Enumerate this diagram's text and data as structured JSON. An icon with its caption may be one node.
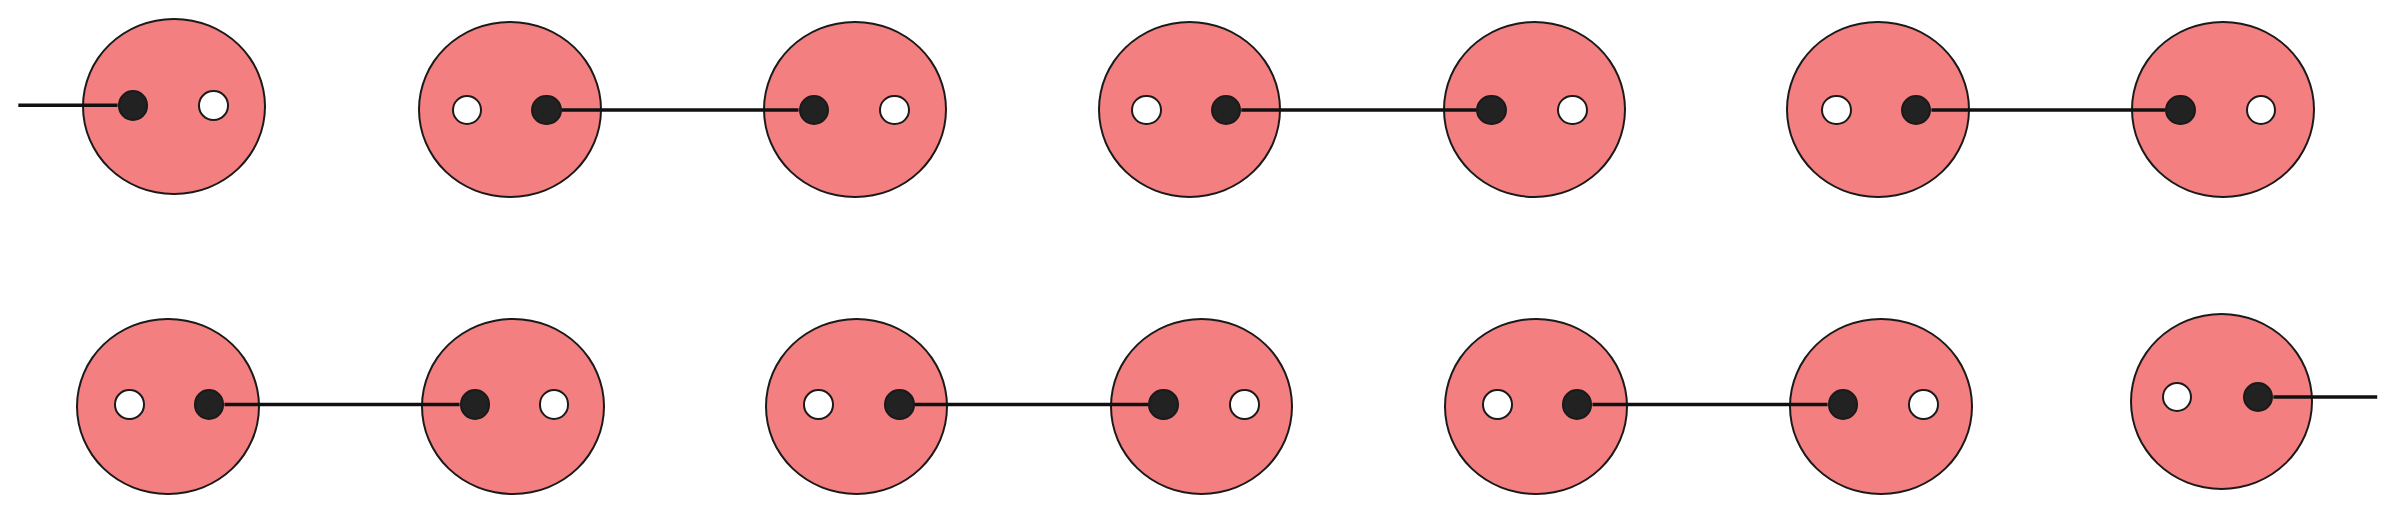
{
  "diagram": {
    "nodes": [
      {
        "text": [],
        "shape": "circle"
      },
      {
        "text": [],
        "shape": "circle",
        "in": 0
      },
      {
        "text": [],
        "shape": "circle",
        "in": 0
      },
      {
        "text": [],
        "shape": "circle"
      },
      {
        "text": [],
        "shape": "circle",
        "in": 3
      },
      {
        "text": [],
        "shape": "circle",
        "in": 3
      },
      {
        "text": [],
        "shape": "circle"
      },
      {
        "text": [],
        "shape": "circle",
        "in": 6
      },
      {
        "text": [],
        "shape": "circle",
        "in": 6
      },
      {
        "text": [],
        "shape": "circle"
      },
      {
        "text": [],
        "shape": "circle",
        "in": 9
      },
      {
        "text": [],
        "shape": "circle",
        "in": 9
      },
      {
        "text": [],
        "shape": "circle"
      },
      {
        "text": [],
        "shape": "circle",
        "in": 12
      },
      {
        "text": [],
        "shape": "circle",
        "in": 12
      },
      {
        "text": [],
        "shape": "circle"
      },
      {
        "text": [],
        "shape": "circle",
        "in": 15
      },
      {
        "text": [],
        "shape": "circle",
        "in": 15
      },
      {
        "text": [],
        "shape": "circle"
      },
      {
        "text": [],
        "shape": "circle",
        "in": 18
      },
      {
        "text": [],
        "shape": "circle",
        "in": 18
      },
      {
        "text": [],
        "shape": "circle"
      },
      {
        "text": [],
        "shape": "circle",
        "in": 21
      },
      {
        "text": [],
        "shape": "circle",
        "in": 21
      },
      {
        "text": [],
        "shape": "circle"
      },
      {
        "text": [],
        "shape": "circle",
        "in": 24
      },
      {
        "text": [],
        "shape": "circle",
        "in": 24
      },
      {
        "text": [],
        "shape": "circle"
      },
      {
        "text": [],
        "shape": "circle",
        "in": 27
      },
      {
        "text": [],
        "shape": "circle",
        "in": 27
      },
      {
        "text": [],
        "shape": "circle"
      },
      {
        "text": [],
        "shape": "circle",
        "in": 30
      },
      {
        "text": [],
        "shape": "circle",
        "in": 30
      },
      {
        "text": [],
        "shape": "circle"
      },
      {
        "text": [],
        "shape": "circle",
        "in": 33
      },
      {
        "text": [],
        "shape": "circle",
        "in": 33
      },
      {
        "text": [],
        "shape": "circle"
      },
      {
        "text": [],
        "shape": "circle",
        "in": 36
      },
      {
        "text": [],
        "shape": "circle",
        "in": 36
      },
      {
        "text": [],
        "shape": "circle"
      },
      {
        "text": [],
        "shape": "circle",
        "in": 39
      },
      {
        "text": [],
        "shape": "circle",
        "in": 39
      }
    ],
    "edges": [
      {
        "from": null,
        "to": 1,
        "arrow": "none"
      },
      {
        "from": 5,
        "to": 7,
        "arrow": "none"
      },
      {
        "from": 11,
        "to": 13,
        "arrow": "none"
      },
      {
        "from": 17,
        "to": 19,
        "arrow": "none"
      },
      {
        "from": 23,
        "to": 25,
        "arrow": "none"
      },
      {
        "from": 29,
        "to": 31,
        "arrow": "none"
      },
      {
        "from": 35,
        "to": 37,
        "arrow": "none"
      },
      {
        "from": 41,
        "to": null,
        "arrow": "none"
      }
    ]
  }
}
